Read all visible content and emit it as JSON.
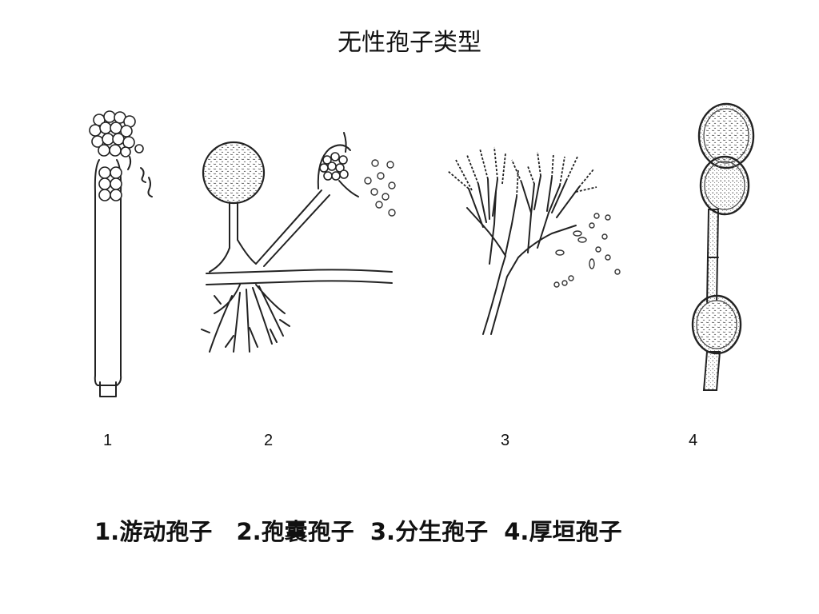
{
  "title": "无性孢子类型",
  "figure_numbers": [
    "1",
    "2",
    "3",
    "4"
  ],
  "caption": "1.游动孢子   2.孢囊孢子  3.分生孢子  4.厚垣孢子"
}
